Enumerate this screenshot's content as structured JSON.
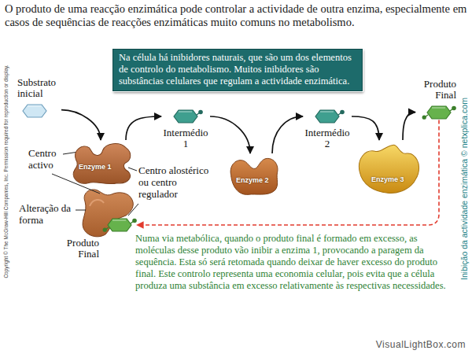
{
  "diagram": {
    "title": "O produto de uma reacção enzimática pode controlar a actividade de outra enzima, especialmente em casos de sequências de reacções enzimáticas muito comuns no metabolismo.",
    "nodes": [
      {
        "text": [
          "Na célula há inibidores naturais, que são um dos elementos de controlo do metabolismo. Muitos inibidores são substâncias celulares que regulam a actividade enzimática."
        ]
      },
      {
        "text": [
          "Substrato inicial"
        ]
      },
      {
        "text": [
          "Enzyme 1"
        ]
      },
      {
        "text": [
          "Intermédio 1"
        ]
      },
      {
        "text": [
          "Enzyme 2"
        ]
      },
      {
        "text": [
          "Intermédio 2"
        ]
      },
      {
        "text": [
          "Enzyme 3"
        ]
      },
      {
        "text": [
          "Produto Final"
        ]
      },
      {
        "text": [
          "Produto Final"
        ]
      }
    ],
    "edges": [
      {
        "from": 1,
        "to": 2,
        "arrow": "to"
      },
      {
        "from": 2,
        "to": 3,
        "arrow": "to"
      },
      {
        "from": 3,
        "to": 4,
        "arrow": "to"
      },
      {
        "from": 4,
        "to": 5,
        "arrow": "to"
      },
      {
        "from": 5,
        "to": 6,
        "arrow": "to"
      },
      {
        "from": 6,
        "to": 7,
        "arrow": "to"
      },
      {
        "from": 7,
        "to": 8,
        "arrow": "to"
      }
    ],
    "labels": [
      "Centro activo",
      "Centro alostérico ou centro regulador",
      "Alteração da forma",
      "Numa via metabólica, quando o produto final é formado em excesso, as moléculas desse produto vão inibir a enzima 1, provocando a paragem da sequência. Esta só será retomada quando deixar de haver excesso do produto final. Este controlo representa uma economia celular, pois evita que a célula produza uma substância em excesso relativamente às respectivas necessidades.",
      "Copyright © The McGraw-Hill Companies, Inc. Permission required for reproduction or display.",
      "Inibição da actividade enzimática © netxplica.com",
      "VisualLightBox.com"
    ]
  }
}
